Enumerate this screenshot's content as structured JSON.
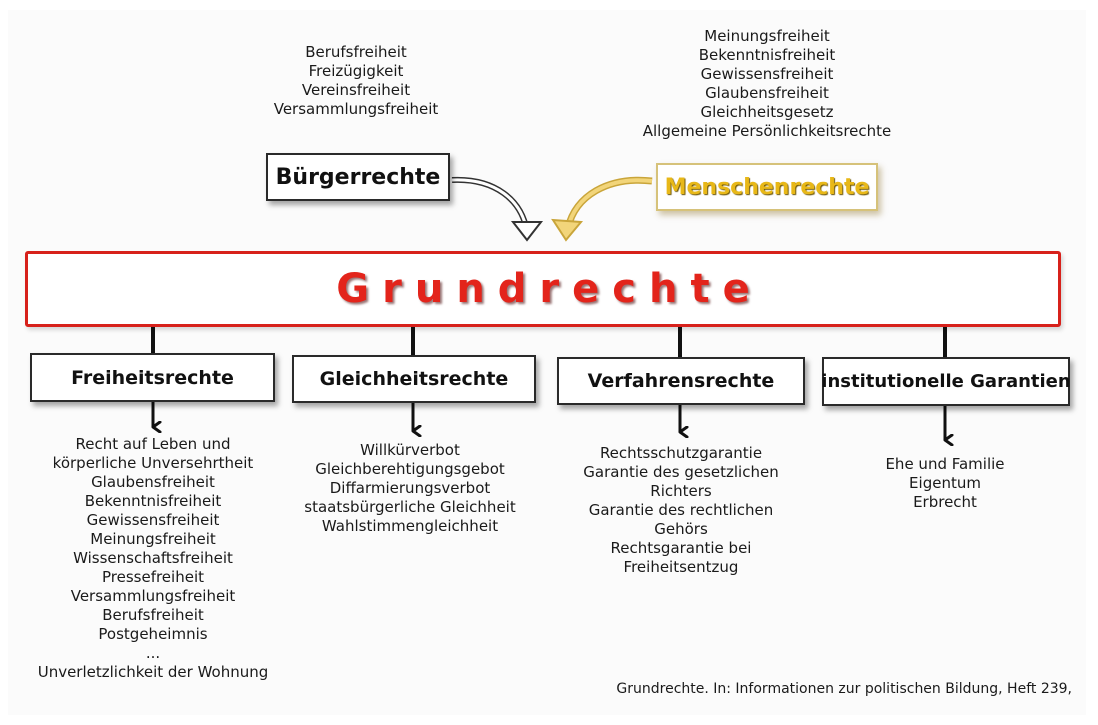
{
  "top_left_list": [
    "Berufsfreiheit",
    "Freizügigkeit",
    "Vereinsfreiheit",
    "Versammlungsfreiheit"
  ],
  "top_right_list": [
    "Meinungsfreiheit",
    "Bekenntnisfreiheit",
    "Gewissensfreiheit",
    "Glaubensfreiheit",
    "Gleichheitsgesetz",
    "Allgemeine Persönlichkeitsrechte"
  ],
  "buergerrechte": "Bürgerrechte",
  "menschenrechte": "Menschenrechte",
  "grundrechte": "Grundrechte",
  "categories": [
    {
      "title": "Freiheitsrechte",
      "items": [
        "Recht auf Leben und",
        "körperliche Unversehrtheit",
        "Glaubensfreiheit",
        "Bekenntnisfreiheit",
        "Gewissensfreiheit",
        "Meinungsfreiheit",
        "Wissenschaftsfreiheit",
        "Pressefreiheit",
        "Versammlungsfreiheit",
        "Berufsfreiheit",
        "Postgeheimnis",
        "...",
        "Unverletzlichkeit der Wohnung"
      ]
    },
    {
      "title": "Gleichheitsrechte",
      "items": [
        "Willkürverbot",
        "Gleichberehtigungsgebot",
        "Diffarmierungsverbot",
        "staatsbürgerliche Gleichheit",
        "Wahlstimmengleichheit"
      ]
    },
    {
      "title": "Verfahrensrechte",
      "items": [
        "Rechtsschutzgarantie",
        "Garantie des gesetzlichen",
        "Richters",
        "Garantie des rechtlichen",
        "Gehörs",
        "Rechtsgarantie bei",
        "Freiheitsentzug"
      ]
    },
    {
      "title": "institutionelle Garantien",
      "items": [
        "Ehe und Familie",
        "Eigentum",
        "Erbrecht"
      ]
    }
  ],
  "caption": "Grundrechte. In: Informationen zur politischen Bildung, Heft 239,",
  "colors": {
    "grundrechte": "#e3241b",
    "menschenrechte": "#e8b818",
    "border_red": "#d7211b"
  }
}
